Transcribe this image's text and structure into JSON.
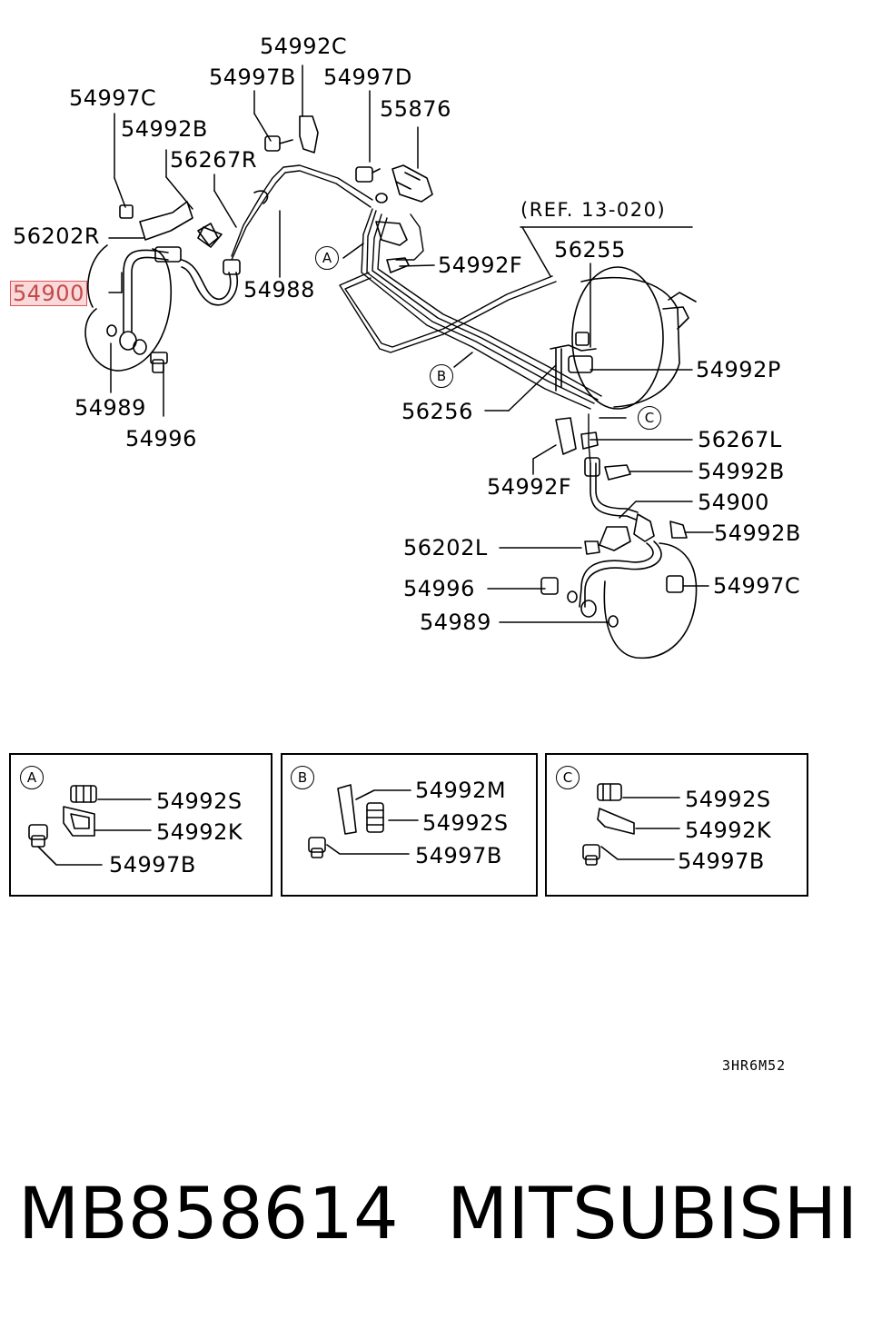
{
  "reference": "(REF. 13-020)",
  "main_labels": {
    "p54992C": "54992C",
    "p54997B": "54997B",
    "p54997D": "54997D",
    "p55876": "55876",
    "p54997C_l": "54997C",
    "p54992B_l": "54992B",
    "p56267R": "56267R",
    "p56202R": "56202R",
    "p54900_l": "54900",
    "p54988": "54988",
    "p54992F_top": "54992F",
    "p56255": "56255",
    "p54992P": "54992P",
    "p54989_l": "54989",
    "p54996_l": "54996",
    "p56256": "56256",
    "p56267L": "56267L",
    "p54992F_low": "54992F",
    "p54992B_r1": "54992B",
    "p54900_r": "54900",
    "p54992B_r2": "54992B",
    "p56202L": "56202L",
    "p54996_r": "54996",
    "p54997C_r": "54997C",
    "p54989_r": "54989"
  },
  "callouts": {
    "a": "A",
    "b": "B",
    "c": "C"
  },
  "insets": [
    {
      "id": "A",
      "labels": [
        "54992S",
        "54992K",
        "54997B"
      ]
    },
    {
      "id": "B",
      "labels": [
        "54992M",
        "54992S",
        "54997B"
      ]
    },
    {
      "id": "C",
      "labels": [
        "54992S",
        "54992K",
        "54997B"
      ]
    }
  ],
  "drawing_code": "3HR6M52",
  "footer": {
    "part_number": "MB858614",
    "brand": "MITSUBISHI"
  },
  "highlight_color": "#e05555"
}
